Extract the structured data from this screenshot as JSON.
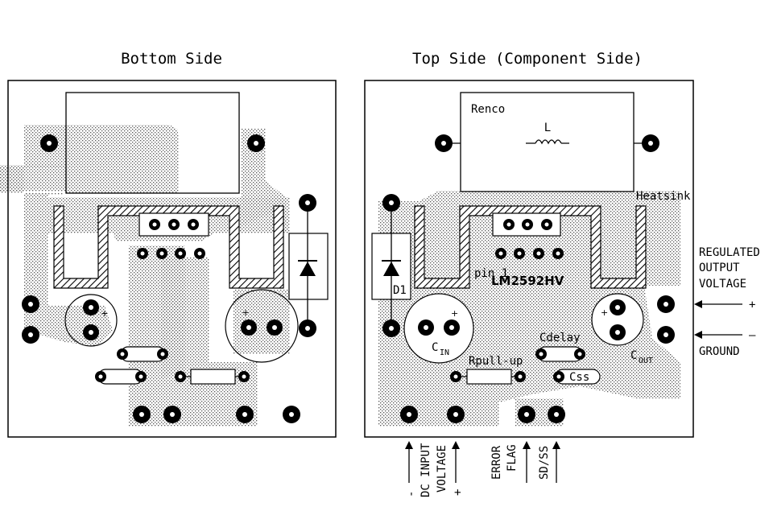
{
  "titles": {
    "bottom_side": "Bottom Side",
    "top_side": "Top Side (Component Side)"
  },
  "top_labels": {
    "renco": "Renco",
    "inductor": "L",
    "heatsink": "Heatsink",
    "ic": "LM2592HV",
    "pin1": "pin 1",
    "diode": "D1",
    "cin": "C",
    "cin_sub": "IN",
    "cout": "C",
    "cout_sub": "OUT",
    "cdelay": "Cdelay",
    "rpullup": "Rpull-up",
    "css": "Css",
    "plus": "+"
  },
  "right_labels": {
    "regulated_1": "REGULATED",
    "regulated_2": "OUTPUT",
    "regulated_3": "VOLTAGE",
    "out_plus": "+",
    "out_minus": "–",
    "ground": "GROUND"
  },
  "bottom_labels": {
    "dc_minus": "-",
    "dc_1": "DC INPUT",
    "dc_2": "VOLTAGE",
    "dc_plus": "+",
    "err_1": "ERROR",
    "err_2": "FLAG",
    "sdss": "SD/SS"
  },
  "colors": {
    "ink": "#000000",
    "background": "#ffffff",
    "copper_stipple": "#9a9a9a"
  }
}
